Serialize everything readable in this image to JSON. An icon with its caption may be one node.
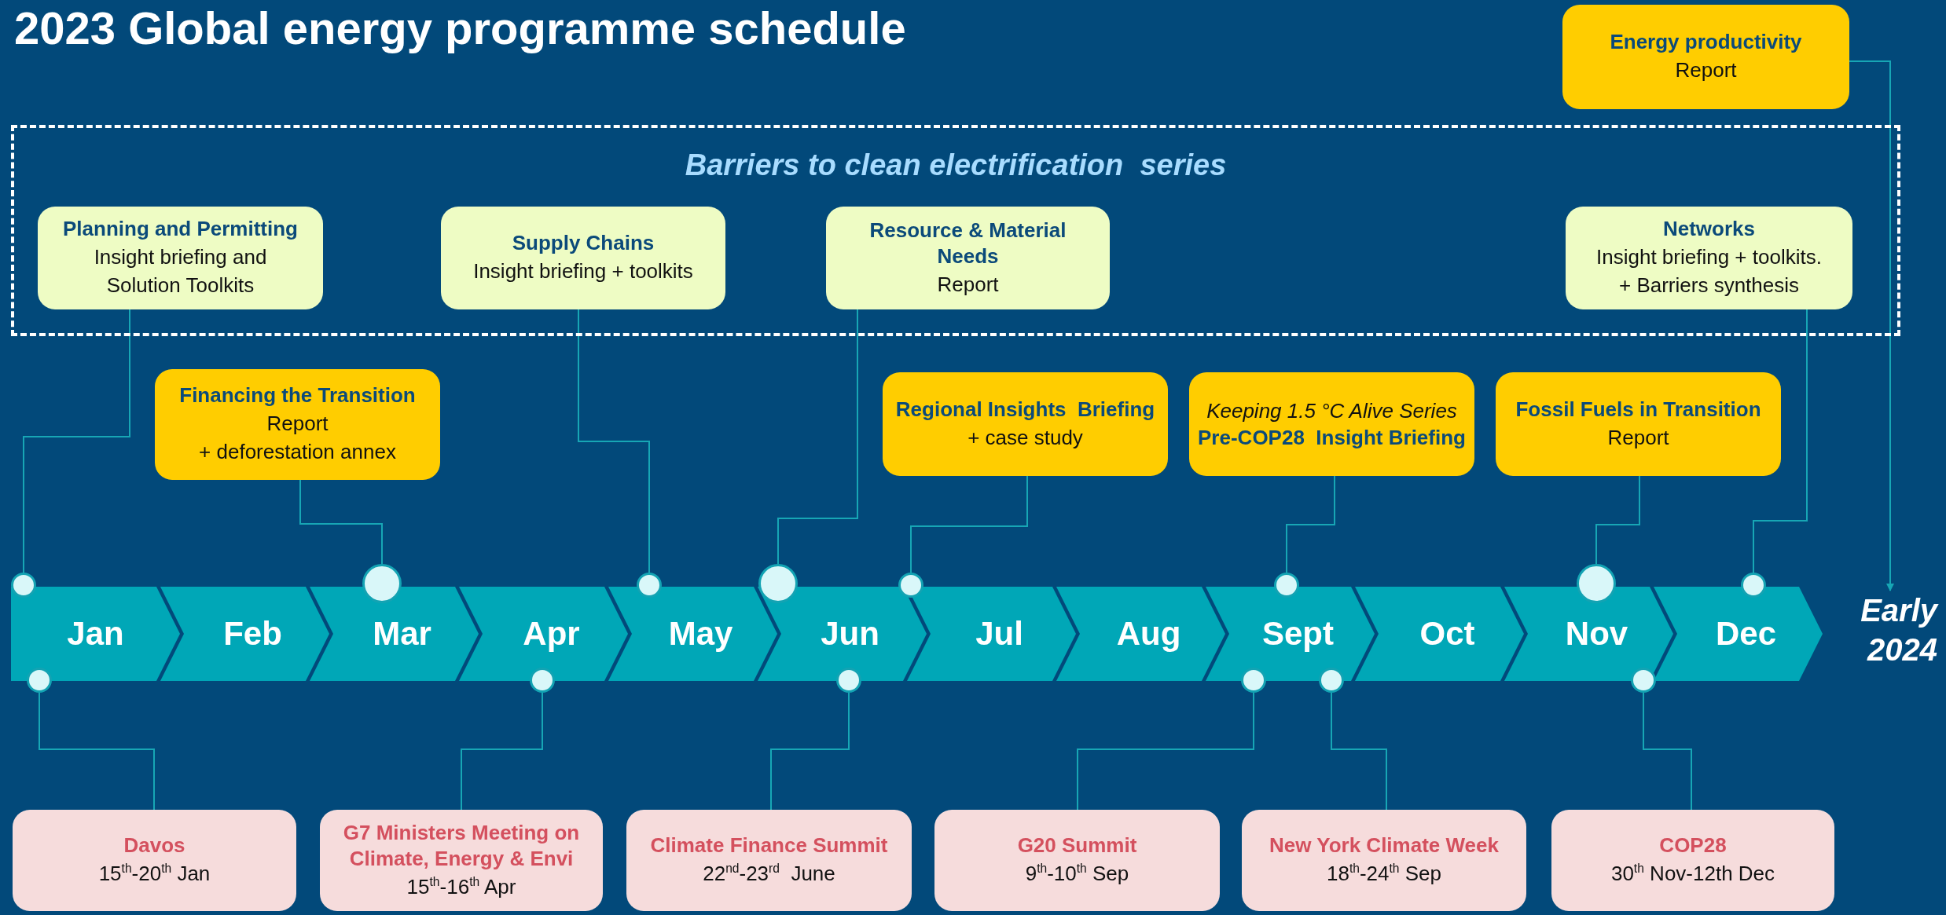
{
  "diagram": {
    "title": "2023 Global energy programme schedule",
    "nodes": [
      {
        "text": [
          "Energy productivity",
          "Report"
        ]
      },
      {
        "text": [
          "Barriers to clean electrification  series"
        ]
      },
      {
        "text": [
          "Planning and Permitting",
          "Insight briefing and Solution Toolkits"
        ],
        "in": 1
      },
      {
        "text": [
          "Supply Chains",
          "Insight briefing + toolkits"
        ],
        "in": 1
      },
      {
        "text": [
          "Resource & Material Needs",
          "Report"
        ],
        "in": 1
      },
      {
        "text": [
          "Networks",
          "Insight briefing + toolkits.",
          "+ Barriers synthesis"
        ],
        "in": 1
      },
      {
        "text": [
          "Financing the Transition",
          "Report",
          "+ deforestation annex"
        ]
      },
      {
        "text": [
          "Regional Insights  Briefing",
          "+ case study"
        ]
      },
      {
        "text": [
          "Keeping 1.5 °C Alive Series",
          "Pre-COP28  Insight Briefing"
        ]
      },
      {
        "text": [
          "Fossil Fuels in Transition",
          "Report"
        ]
      },
      {
        "text": [
          "Jan"
        ]
      },
      {
        "text": [
          "Feb"
        ]
      },
      {
        "text": [
          "Mar"
        ]
      },
      {
        "text": [
          "Apr"
        ]
      },
      {
        "text": [
          "May"
        ]
      },
      {
        "text": [
          "Jun"
        ]
      },
      {
        "text": [
          "Jul"
        ]
      },
      {
        "text": [
          "Aug"
        ]
      },
      {
        "text": [
          "Sept"
        ]
      },
      {
        "text": [
          "Oct"
        ]
      },
      {
        "text": [
          "Nov"
        ]
      },
      {
        "text": [
          "Dec"
        ]
      },
      {
        "text": [
          "Early 2024"
        ]
      },
      {
        "text": [],
        "shape": "circle"
      },
      {
        "text": [],
        "shape": "circle"
      },
      {
        "text": [],
        "shape": "circle"
      },
      {
        "text": [],
        "shape": "circle"
      },
      {
        "text": [],
        "shape": "circle"
      },
      {
        "text": [],
        "shape": "circle"
      },
      {
        "text": [],
        "shape": "circle"
      },
      {
        "text": [],
        "shape": "circle"
      },
      {
        "text": [],
        "shape": "circle"
      },
      {
        "text": [],
        "shape": "circle"
      },
      {
        "text": [],
        "shape": "circle"
      },
      {
        "text": [],
        "shape": "circle"
      },
      {
        "text": [],
        "shape": "circle"
      },
      {
        "text": [],
        "shape": "circle"
      },
      {
        "text": [
          "Davos",
          "15$^{th}$-20$^{th}$ Jan"
        ]
      },
      {
        "text": [
          "G7 Ministers Meeting on Climate, Energy & Envi",
          "15$^{th}$-16$^{th}$ Apr"
        ]
      },
      {
        "text": [
          "Climate Finance Summit",
          "22$^{nd}$-23$^{rd}$  June"
        ]
      },
      {
        "text": [
          "G20 Summit",
          "9$^{th}$-10$^{th}$ Sep"
        ]
      },
      {
        "text": [
          "New York Climate Week",
          "18$^{th}$-24$^{th}$ Sep"
        ]
      },
      {
        "text": [
          "COP28",
          "30$^{th}$ Nov-12th Dec"
        ]
      }
    ],
    "edges": [
      {
        "from": 2,
        "to": 23,
        "arrow": "none"
      },
      {
        "from": 6,
        "to": 24,
        "arrow": "none"
      },
      {
        "from": 3,
        "to": 25,
        "arrow": "none"
      },
      {
        "from": 4,
        "to": 26,
        "arrow": "none"
      },
      {
        "from": 7,
        "to": 27,
        "arrow": "none"
      },
      {
        "from": 8,
        "to": 28,
        "arrow": "none"
      },
      {
        "from": 9,
        "to": 29,
        "arrow": "none"
      },
      {
        "from": 5,
        "to": 30,
        "arrow": "none"
      },
      {
        "from": 0,
        "to": 22,
        "arrow": "to"
      },
      {
        "from": 31,
        "to": 37,
        "arrow": "none"
      },
      {
        "from": 32,
        "to": 38,
        "arrow": "none"
      },
      {
        "from": 33,
        "to": 39,
        "arrow": "none"
      },
      {
        "from": 34,
        "to": 40,
        "arrow": "none"
      },
      {
        "from": 35,
        "to": 41,
        "arrow": "none"
      },
      {
        "from": 36,
        "to": 42,
        "arrow": "none"
      }
    ]
  }
}
